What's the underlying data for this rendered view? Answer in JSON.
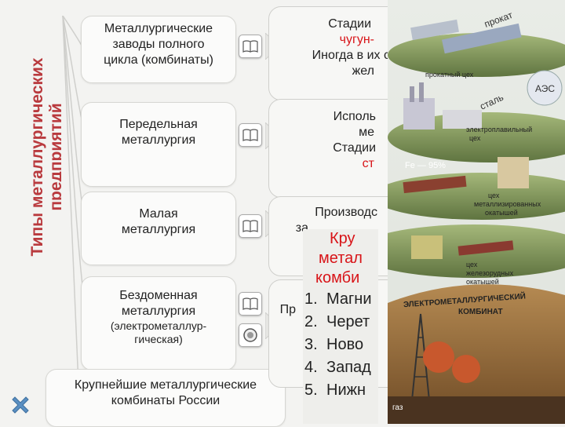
{
  "side_title": [
    "Типы металлургических",
    "предприятий"
  ],
  "types": [
    {
      "label": [
        "Металлургические",
        "заводы полного",
        "цикла (комбинаты)"
      ]
    },
    {
      "label": [
        "Передельная",
        "металлургия"
      ]
    },
    {
      "label": [
        "Малая",
        "металлургия"
      ]
    },
    {
      "label": [
        "Бездоменная",
        "металлургия"
      ],
      "sub": [
        "(электрометаллур-",
        "гическая)"
      ]
    }
  ],
  "bottom_card": [
    "Крупнейшие металлургические",
    "комбинаты России"
  ],
  "descriptions": [
    [
      "Стадии",
      "чугун-",
      "Иногда в их с",
      "жел"
    ],
    [
      "Исполь",
      "ме",
      "Стадии",
      "ст"
    ],
    [
      "Производс",
      "",
      "за",
      ""
    ],
    [
      "",
      "",
      "Пр",
      ""
    ]
  ],
  "popup": {
    "title": [
      "Кру",
      "метал",
      "комби"
    ],
    "items": [
      {
        "num": "1.",
        "text": "Магни"
      },
      {
        "num": "2.",
        "text": "Черет"
      },
      {
        "num": "3.",
        "text": "Ново"
      },
      {
        "num": "4.",
        "text": "Запад"
      },
      {
        "num": "5.",
        "text": "Нижн"
      }
    ]
  },
  "illustration": {
    "labels": {
      "prokat": "прокат",
      "prokat_shop": "прокатный цех",
      "steel": "сталь",
      "aes": "АЭС",
      "electro_shop": [
        "электроплавильный",
        "цех"
      ],
      "fe": "Fe — 95%",
      "metallized": [
        "цех",
        "металлизированных",
        "окатышей"
      ],
      "iron_ore": [
        "цех",
        "железорудных",
        "окатышей"
      ],
      "combine": [
        "ЭЛЕКТРОМЕТАЛЛУРГИЧЕСКИЙ",
        "КОМБИНАТ"
      ],
      "gas": "газ"
    }
  },
  "colors": {
    "accent_red": "#d81418",
    "title_red": "#b93a3e",
    "card_border": "#d7d7d3"
  }
}
